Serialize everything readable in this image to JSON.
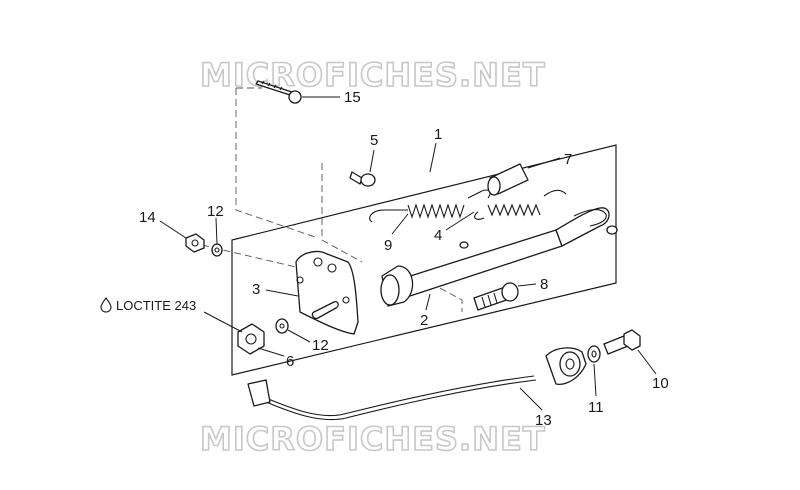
{
  "watermark": {
    "top": "MICROFICHES.NET",
    "bottom": "MICROFICHES.NET"
  },
  "note": {
    "text": "LOCTITE 243",
    "icon": "drop-icon"
  },
  "callouts": {
    "c1": "1",
    "c2": "2",
    "c3": "3",
    "c4": "4",
    "c5": "5",
    "c6": "6",
    "c7": "7",
    "c8": "8",
    "c9": "9",
    "c10": "10",
    "c11": "11",
    "c12a": "12",
    "c12b": "12",
    "c13": "13",
    "c14": "14",
    "c15": "15"
  }
}
